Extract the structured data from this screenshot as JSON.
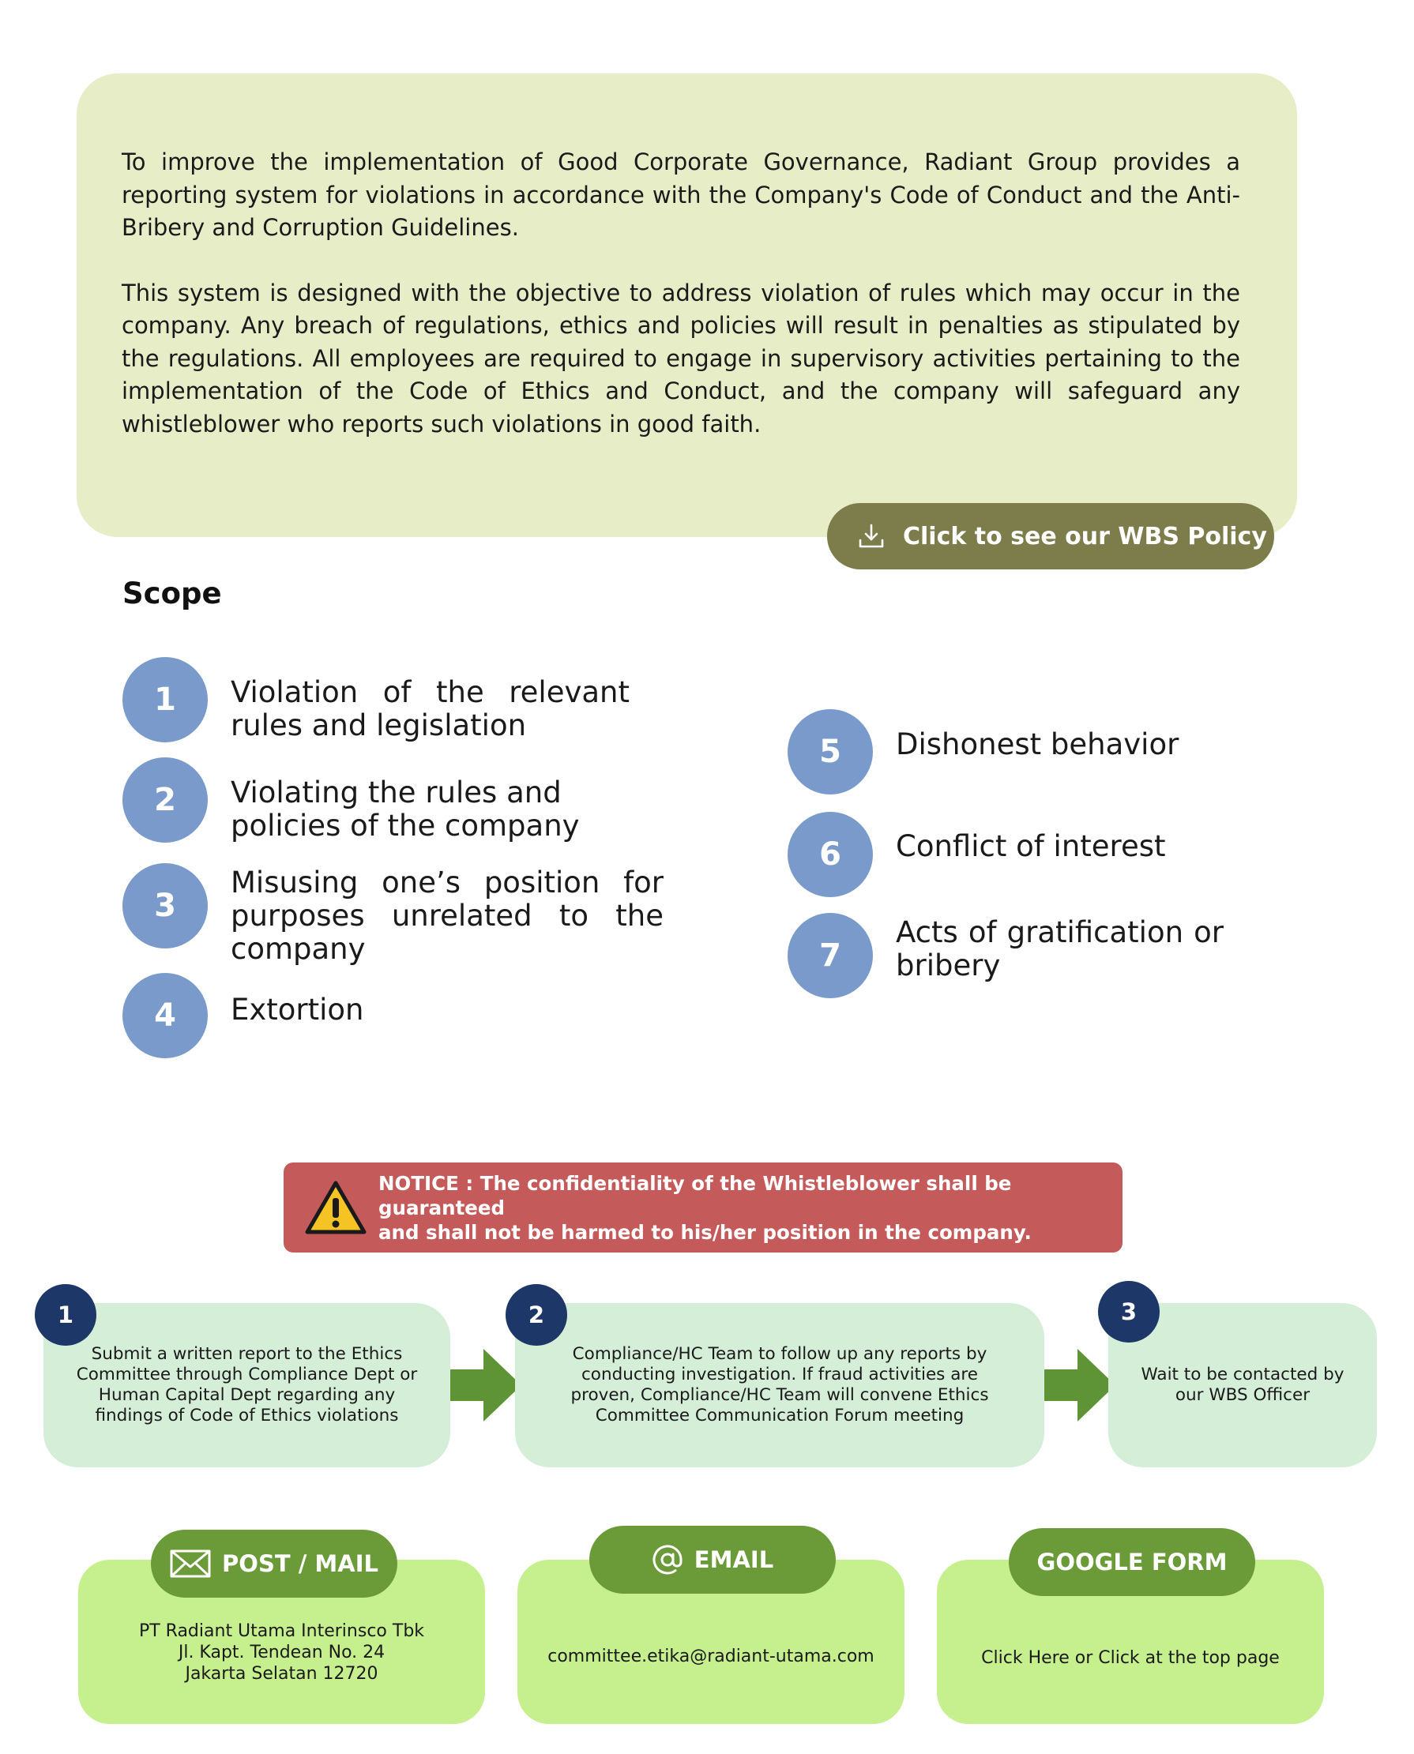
{
  "intro": {
    "paragraph1": "To improve the implementation of Good Corporate Governance, Radiant Group provides a reporting system for violations in accordance with the Company's Code of Conduct and the Anti-Bribery and Corruption Guidelines.",
    "paragraph2": "This system is designed with the objective to address violation of rules which may occur in the company. Any breach of regulations, ethics and policies will result in penalties as stipulated by the regulations. All employees are required to engage in supervisory activities pertaining to the implementation of the Code of Ethics and Conduct, and the company will safeguard any whistleblower who reports such violations in good faith."
  },
  "policy_button": {
    "label": "Click to see our WBS Policy",
    "icon": "download-icon"
  },
  "scope": {
    "title": "Scope",
    "items": [
      {
        "number": "1",
        "text": "Violation of the relevant rules and legislation"
      },
      {
        "number": "2",
        "text": "Violating the rules and policies of the company"
      },
      {
        "number": "3",
        "text": "Misusing one’s position for purposes unrelated to the company"
      },
      {
        "number": "4",
        "text": "Extortion"
      },
      {
        "number": "5",
        "text": "Dishonest behavior"
      },
      {
        "number": "6",
        "text": "Conflict of interest"
      },
      {
        "number": "7",
        "text": "Acts of gratification or bribery"
      }
    ]
  },
  "notice": {
    "icon": "warning-icon",
    "line1": "NOTICE : The confidentiality of the Whistleblower shall be guaranteed",
    "line2": "and shall not be harmed to his/her position in the company."
  },
  "steps": [
    {
      "number": "1",
      "text": "Submit a written report to the Ethics Committee through Compliance Dept or Human Capital Dept regarding any findings of Code of Ethics violations"
    },
    {
      "number": "2",
      "text": "Compliance/HC Team to follow up any reports by conducting investigation. If fraud activities are proven, Compliance/HC Team will convene Ethics Committee Communication Forum meeting"
    },
    {
      "number": "3",
      "text": "Wait to be contacted by our WBS Officer"
    }
  ],
  "contacts": {
    "post": {
      "label": "POST / MAIL",
      "icon": "envelope-icon",
      "line1": "PT Radiant Utama Interinsco Tbk",
      "line2": "Jl. Kapt. Tendean No. 24",
      "line3": "Jakarta Selatan 12720"
    },
    "email": {
      "label": "EMAIL",
      "icon": "at-sign-icon",
      "address": "committee.etika@radiant-utama.com"
    },
    "google_form": {
      "label": "GOOGLE FORM",
      "text": "Click Here or Click at the top page"
    }
  },
  "colors": {
    "intro_bg": "#e6edc7",
    "policy_button": "#7d7c4b",
    "scope_circle": "#7a9acb",
    "notice_bg": "#c55a5a",
    "step_bg": "#d5eed8",
    "step_number": "#1c3768",
    "arrow": "#5e9336",
    "card_bg": "#c6ef8e",
    "pill_bg": "#6b9a39"
  }
}
